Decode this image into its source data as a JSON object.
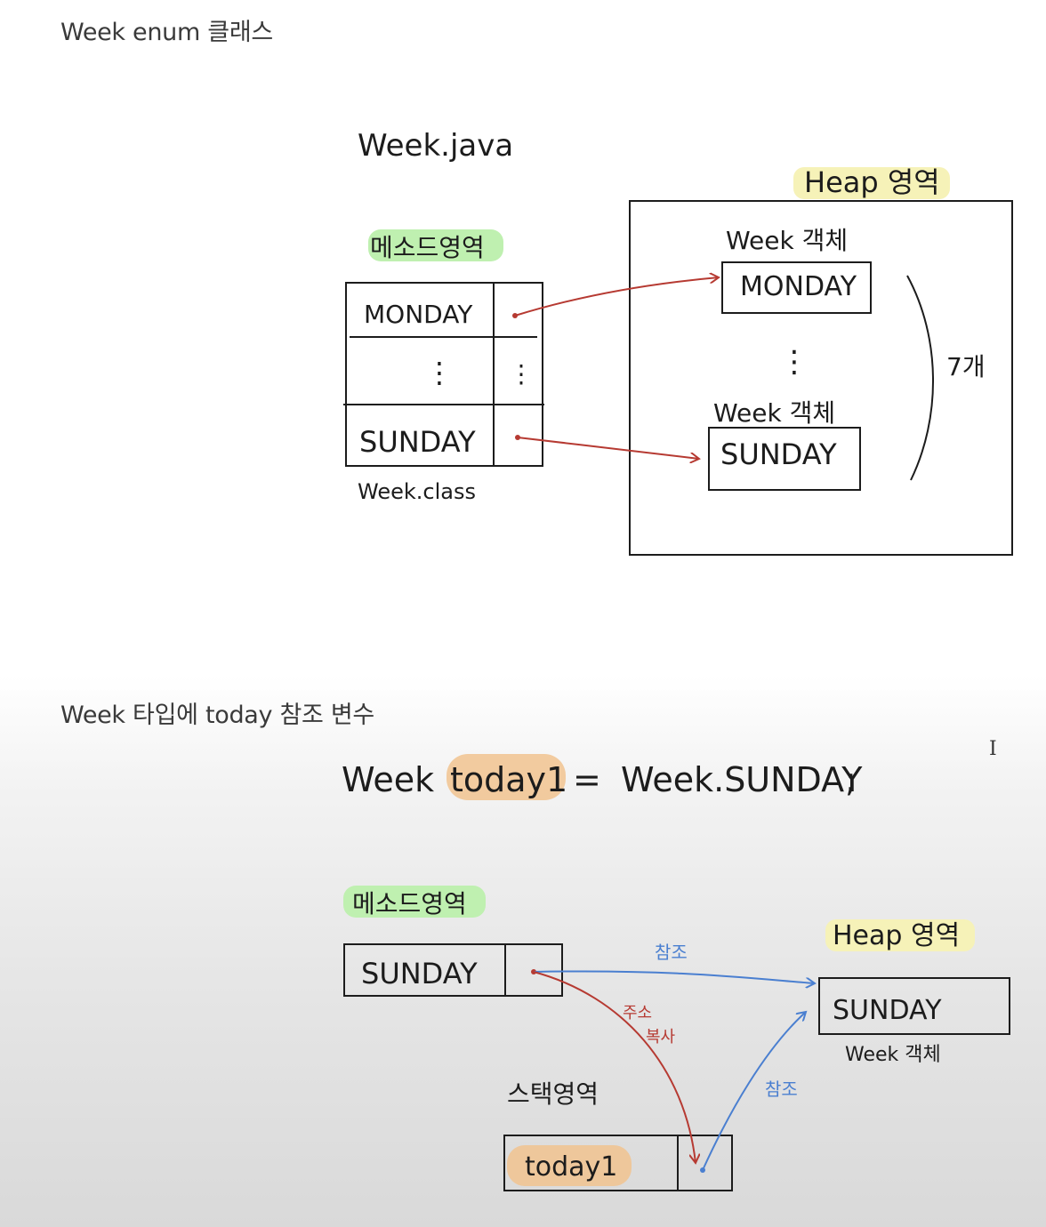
{
  "headings": {
    "enum_class": "Week enum 클래스",
    "today_ref": "Week 타입에 today 참조 변수"
  },
  "diagram1": {
    "file_label": "Week.java",
    "method_area_label": "메소드영역",
    "heap_label": "Heap 영역",
    "class_rows": [
      "MONDAY",
      "⋮",
      "SUNDAY"
    ],
    "class_caption": "Week.class",
    "object_label_top": "Week 객체",
    "object_value_top": "MONDAY",
    "object_ellipsis": "⋮",
    "object_label_bottom": "Week 객체",
    "object_value_bottom": "SUNDAY",
    "count_label": "7개"
  },
  "diagram2": {
    "code": {
      "type": "Week",
      "var": "today1",
      "assign": "=",
      "value": "Week.SUNDAY",
      "end": ";"
    },
    "method_area_label": "메소드영역",
    "method_cell": "SUNDAY",
    "heap_label": "Heap 영역",
    "heap_cell": "SUNDAY",
    "heap_caption": "Week 객체",
    "stack_label": "스택영역",
    "stack_cell": "today1",
    "ref_label_top": "참조",
    "copy_label_1": "주소",
    "copy_label_2": "복사",
    "ref_label_bottom": "참조"
  },
  "colors": {
    "green_highlight": "#bff0b0",
    "yellow_highlight": "#f6f2b8",
    "orange_highlight": "#f1c38f",
    "red_arrow": "#b63a32",
    "blue_arrow": "#4a7fd0"
  },
  "cursor_glyph": "I"
}
